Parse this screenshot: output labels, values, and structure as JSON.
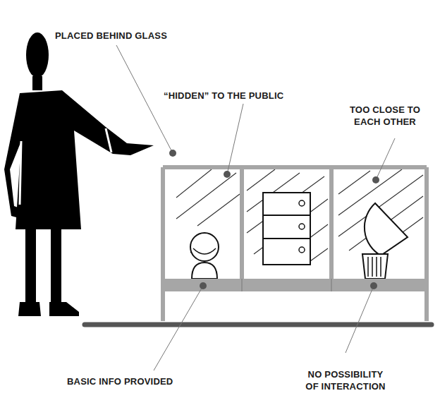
{
  "diagram": {
    "labels": [
      "PLACED BEHIND GLASS",
      "“HIDDEN” TO THE PUBLIC",
      "TOO CLOSE TO EACH OTHER",
      "BASIC INFO PROVIDED",
      "NO POSSIBILITY OF INTERACTION"
    ]
  }
}
